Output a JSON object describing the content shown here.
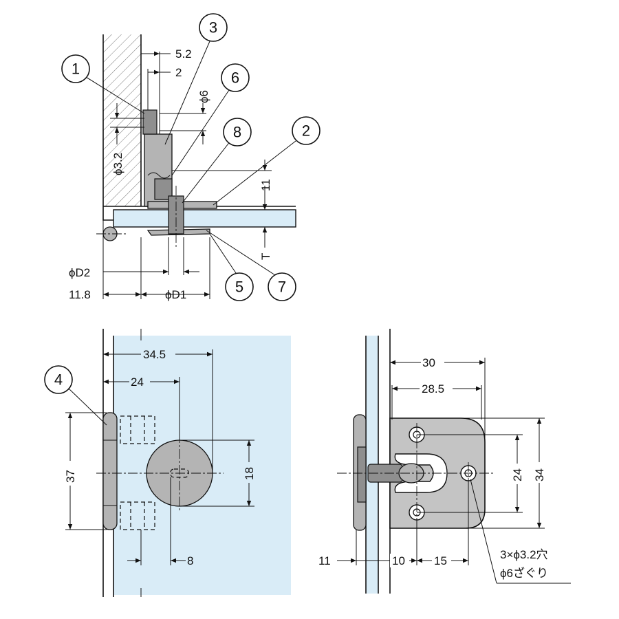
{
  "side_view": {
    "dims": {
      "d_5_2": "5.2",
      "d_2": "2",
      "d_phi6": "ϕ6",
      "d_phi3_2": "ϕ3.2",
      "d_11": "11",
      "d_T": "T",
      "d_phiD2": "ϕD2",
      "d_11_8": "11.8",
      "d_phiD1": "ϕD1"
    },
    "callouts": [
      "1",
      "2",
      "3",
      "5",
      "6",
      "7",
      "8"
    ]
  },
  "front_view": {
    "dims": {
      "d_34_5": "34.5",
      "d_24": "24",
      "d_37": "37",
      "d_18": "18",
      "d_8": "8"
    },
    "callouts": [
      "4"
    ]
  },
  "plate_view": {
    "dims": {
      "d_30": "30",
      "d_28_5": "28.5",
      "d_24": "24",
      "d_34": "34",
      "d_11": "11",
      "d_10": "10",
      "d_15": "15"
    },
    "note_line1": "3×ϕ3.2穴",
    "note_line2": "ϕ6ざぐり"
  },
  "colors": {
    "glass": "#d9ecf7",
    "metal": "#b4b4b4",
    "line": "#111111"
  }
}
